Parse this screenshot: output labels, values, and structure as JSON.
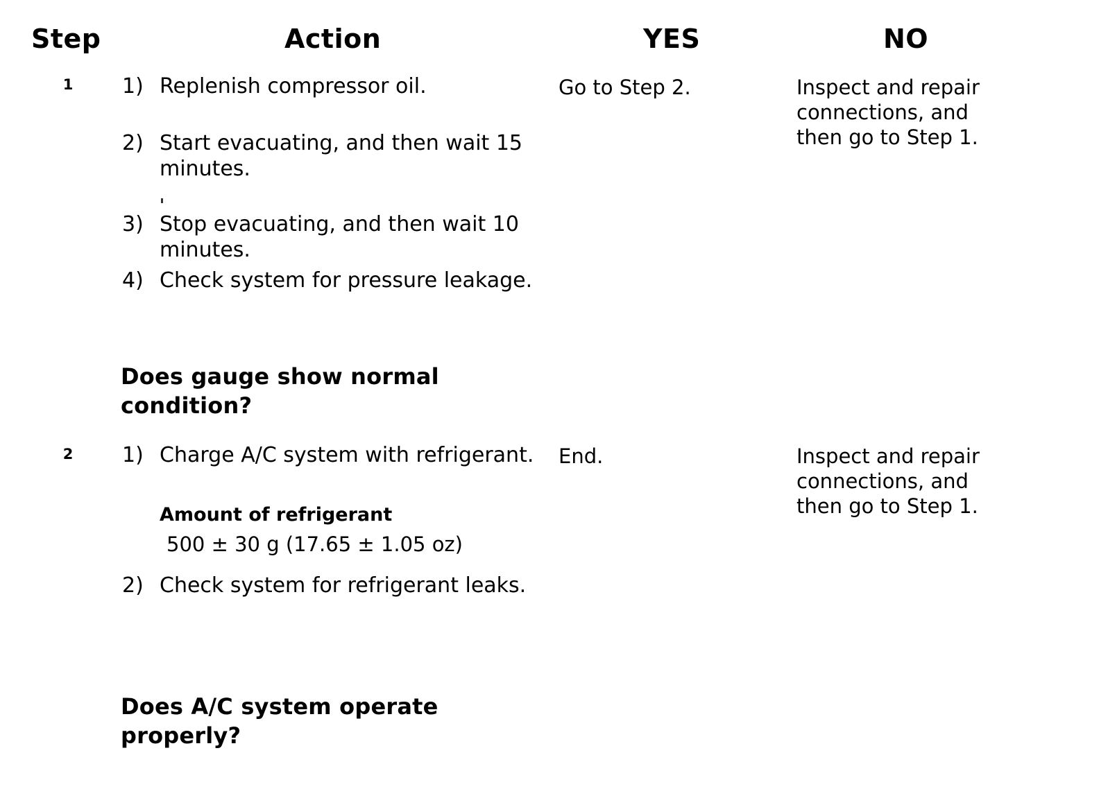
{
  "table": {
    "headers": {
      "step": "Step",
      "action": "Action",
      "yes": "YES",
      "no": "NO"
    },
    "rows": [
      {
        "step": "1",
        "actions": [
          {
            "marker": "1)",
            "text": "Replenish compressor oil."
          },
          {
            "marker": "2)",
            "text": "Start evacuating, and then wait 15 minutes."
          },
          {
            "marker": "3)",
            "text": "Stop evacuating, and then wait 10 minutes."
          },
          {
            "marker": "4)",
            "text": "Check system for pressure leakage."
          }
        ],
        "question": "Does gauge show normal\ncondition?",
        "yes": "Go to Step 2.",
        "no": "Inspect and repair\nconnections, and\nthen go to Step 1."
      },
      {
        "step": "2",
        "actions": [
          {
            "marker": "1)",
            "text": "Charge A/C system with refrigerant."
          },
          {
            "marker": "2)",
            "text": "Check system for refrigerant leaks."
          }
        ],
        "spec": {
          "title": "Amount of refrigerant",
          "value": "500 ± 30 g (17.65 ± 1.05 oz)"
        },
        "question": "Does A/C system operate\nproperly?",
        "yes": "End.",
        "no": "Inspect and repair\nconnections, and\nthen go to Step 1."
      }
    ]
  },
  "colors": {
    "text": "#000000",
    "background": "#ffffff"
  }
}
